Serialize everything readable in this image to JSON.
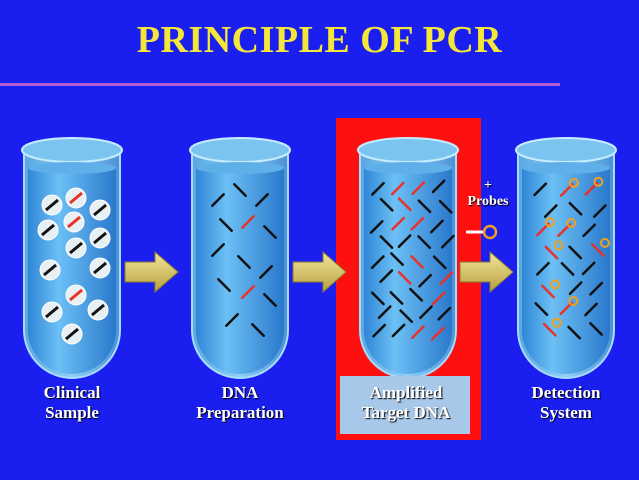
{
  "title": "PRINCIPLE OF PCR",
  "steps": [
    {
      "line1": "Clinical",
      "line2": "Sample"
    },
    {
      "line1": "DNA",
      "line2": "Preparation"
    },
    {
      "line1": "Amplified",
      "line2": "Target DNA"
    },
    {
      "line1": "Detection",
      "line2": "System"
    }
  ],
  "probes": {
    "plus": "+",
    "label": "Probes"
  },
  "colors": {
    "background": "#1a1ff0",
    "title": "#f5e63a",
    "highlight": "#ff1010",
    "arrow": "#e0d070",
    "dna_black": "#111111",
    "dna_red": "#e8322a",
    "tube_liquid": "#4aa8e8"
  }
}
